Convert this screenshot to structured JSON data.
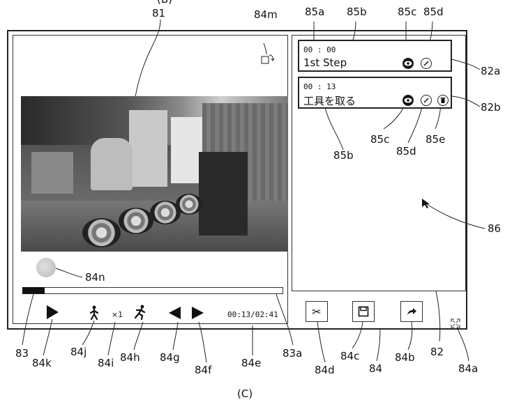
{
  "figure": {
    "top_label": "(B)",
    "bottom_label": "(C)"
  },
  "video": {
    "edit_mode_icon": "export-icon"
  },
  "player": {
    "time_display": "00:13/02:41",
    "speed_label": "×1",
    "icons": {
      "play": "play-icon",
      "slow": "walking-icon",
      "fast": "running-icon",
      "prev": "prev-frame-icon",
      "next": "next-frame-icon"
    }
  },
  "steps": [
    {
      "time": "00 : 00",
      "title": "1st Step",
      "icons": [
        "eye-icon",
        "pencil-icon"
      ]
    },
    {
      "time": "00 : 13",
      "title": "工具を取る",
      "icons": [
        "eye-icon",
        "pencil-icon",
        "trash-icon"
      ]
    }
  ],
  "toolbar": {
    "icons": [
      "scissors-icon",
      "save-icon",
      "share-icon",
      "fullscreen-icon"
    ]
  },
  "refs": {
    "r81": "81",
    "r84m": "84m",
    "r85a": "85a",
    "r85b_top": "85b",
    "r85c_top": "85c",
    "r85d_top": "85d",
    "r82a": "82a",
    "r82b": "82b",
    "r85c_bot": "85c",
    "r85b_bot": "85b",
    "r85d_bot": "85d",
    "r85e": "85e",
    "r86": "86",
    "r84n": "84n",
    "r83": "83",
    "r84k": "84k",
    "r84j": "84j",
    "r84i": "84i",
    "r84h": "84h",
    "r84g": "84g",
    "r84f": "84f",
    "r84e": "84e",
    "r83a": "83a",
    "r84d": "84d",
    "r84": "84",
    "r84c": "84c",
    "r84b": "84b",
    "r82": "82",
    "r84a": "84a"
  }
}
